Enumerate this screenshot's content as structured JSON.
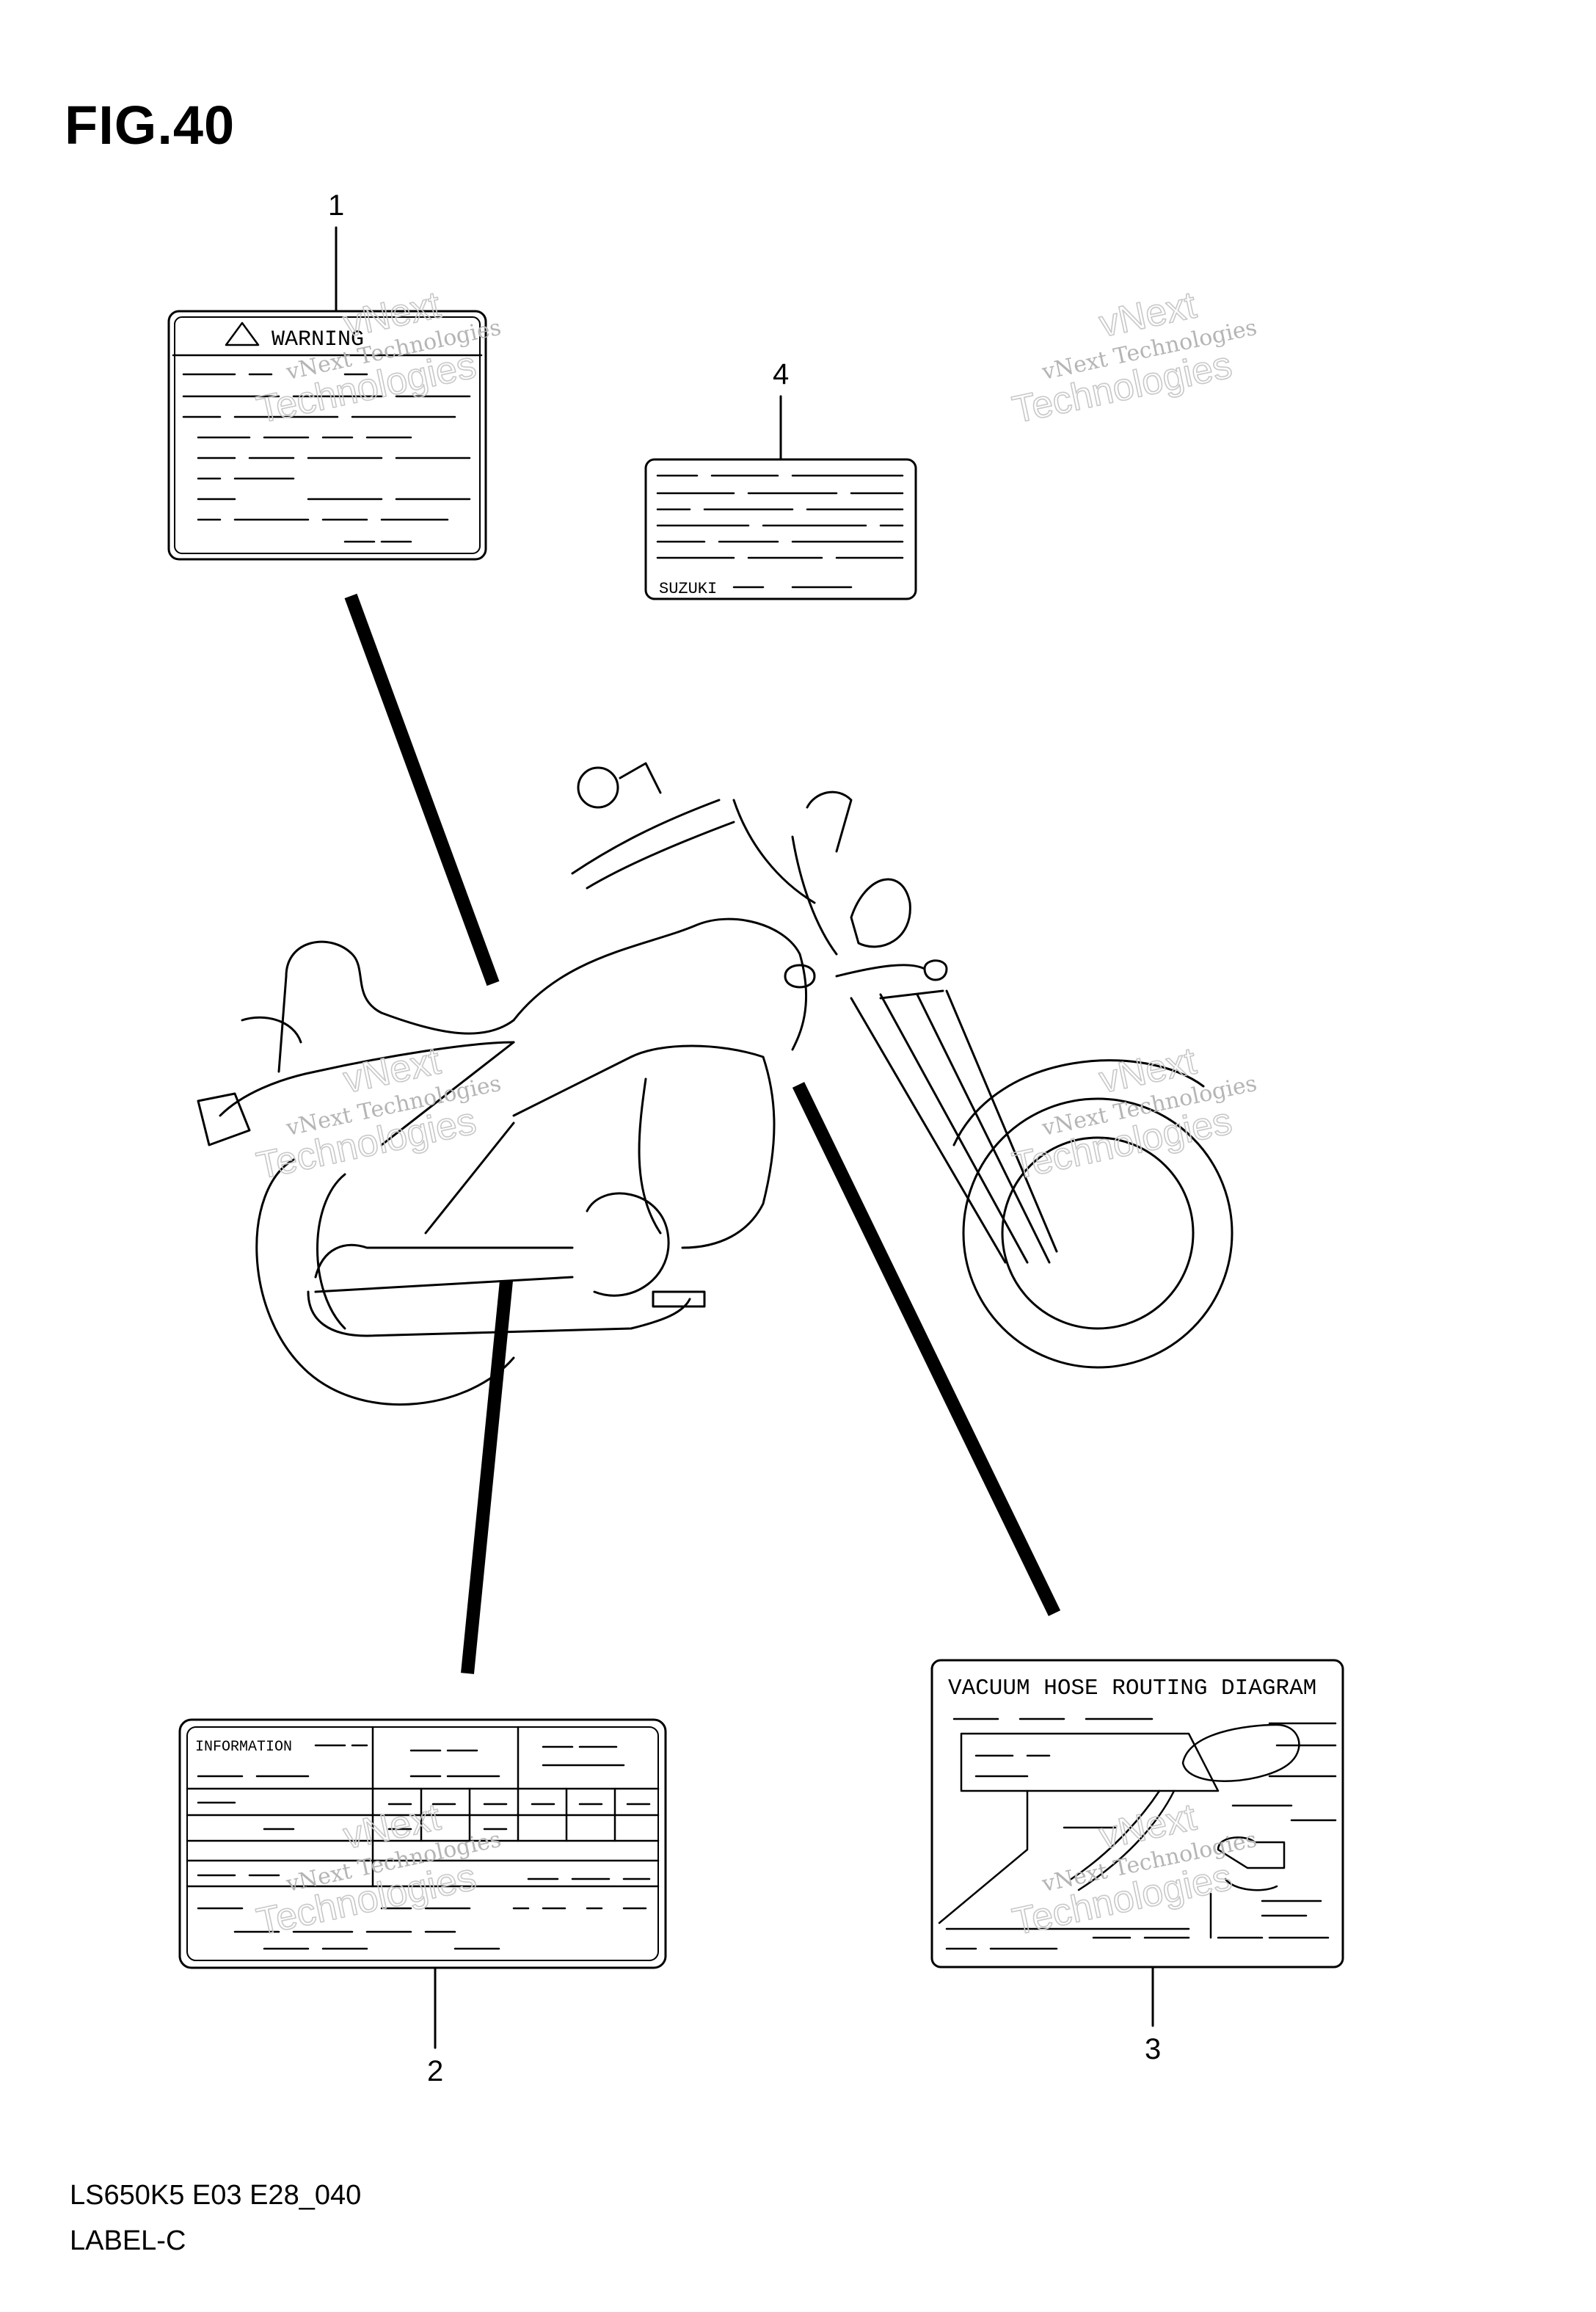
{
  "figure": {
    "title": "FIG.40",
    "code": "LS650K5 E03 E28_040",
    "caption": "LABEL-C"
  },
  "callouts": [
    {
      "id": "1"
    },
    {
      "id": "2"
    },
    {
      "id": "3"
    },
    {
      "id": "4"
    }
  ],
  "labels": {
    "warning": {
      "heading": "WARNING"
    },
    "suzuki": {
      "brand": "SUZUKI"
    },
    "info": {
      "header": "INFORMATION"
    },
    "vacuum": {
      "heading": "VACUUM HOSE ROUTING DIAGRAM"
    }
  },
  "watermark": {
    "line1": "vNext Technologies",
    "line2": "vNext",
    "line3": "Technologies"
  },
  "colors": {
    "ink": "#000000",
    "watermark": "#c8c8c8",
    "background": "#ffffff"
  }
}
